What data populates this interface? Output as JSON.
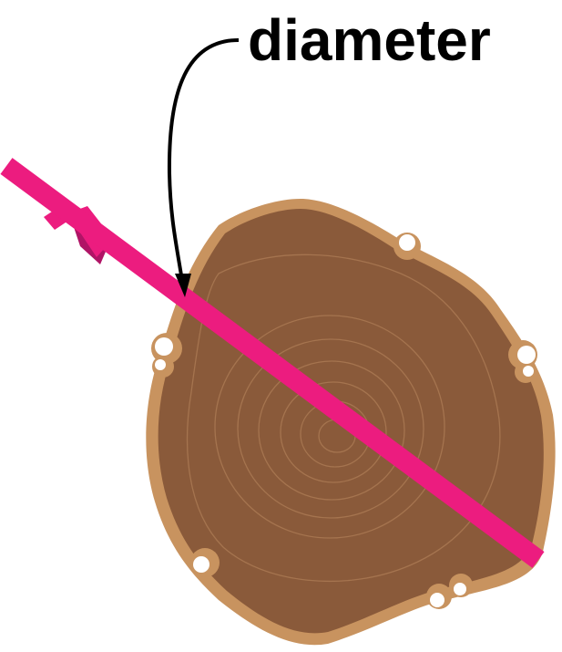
{
  "label": {
    "text": "diameter"
  },
  "colors": {
    "bark": "#C8935F",
    "wood": "#8A5A3A",
    "rings": "#A5744F",
    "tape": "#EC1C7F",
    "tape_shadow": "#B01466",
    "arrow": "#000000",
    "label": "#000000"
  },
  "icons": {
    "log": "tree-log-cross-section",
    "tape": "measuring-tape",
    "arrow": "curved-pointer-arrow"
  }
}
